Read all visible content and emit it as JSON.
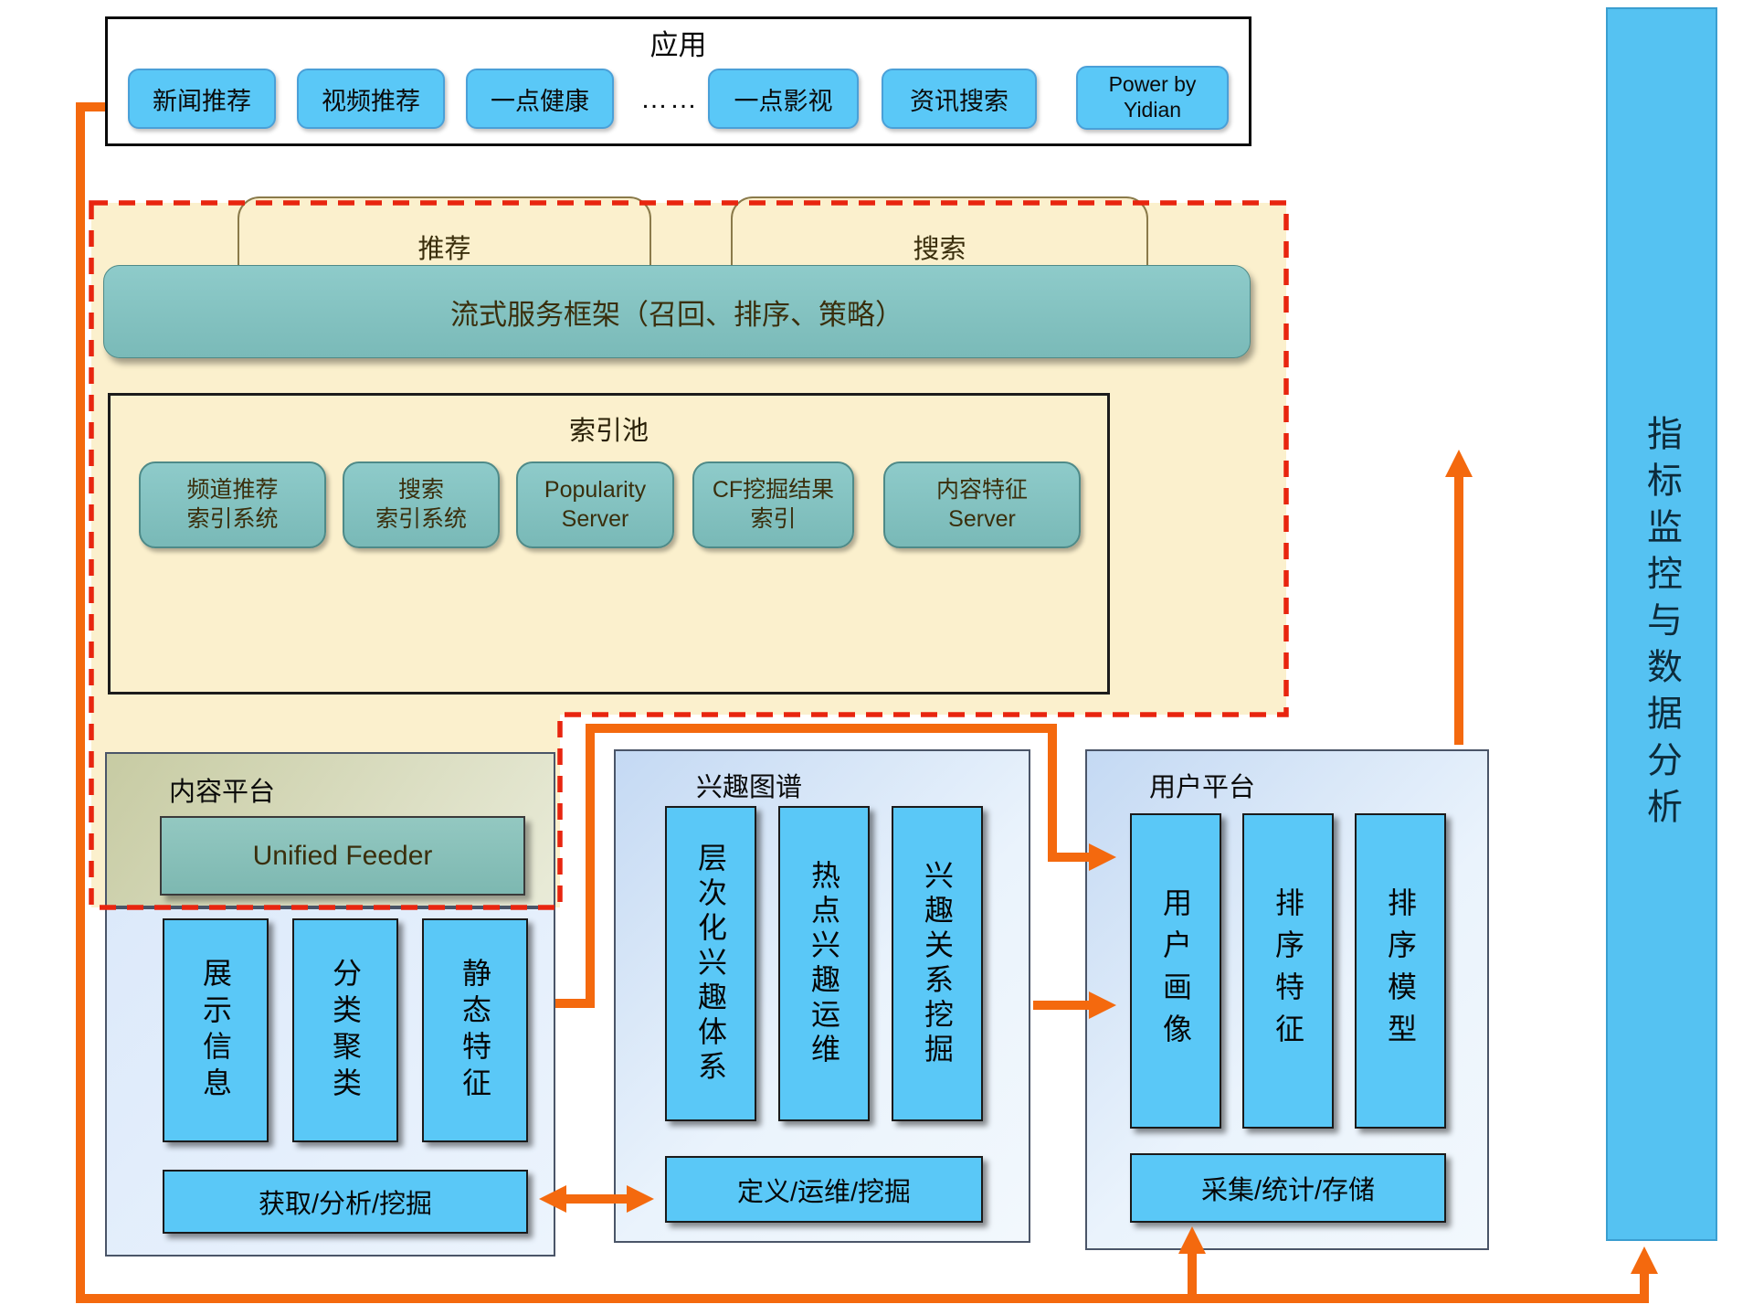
{
  "app": {
    "title": "应用",
    "boxes": [
      "新闻推荐",
      "视频推荐",
      "一点健康",
      "一点影视",
      "资讯搜索",
      "Power by Yidian"
    ],
    "dots": "……"
  },
  "serving": {
    "tab_recommend": "推荐",
    "tab_search": "搜索",
    "framework": "流式服务框架（召回、排序、策略）"
  },
  "index_pool": {
    "title": "索引池",
    "boxes": [
      {
        "line1": "频道推荐",
        "line2": "索引系统"
      },
      {
        "line1": "搜索",
        "line2": "索引系统"
      },
      {
        "line1": "Popularity",
        "line2": "Server"
      },
      {
        "line1": "CF挖掘结果",
        "line2": "索引"
      },
      {
        "line1": "内容特征",
        "line2": "Server"
      }
    ]
  },
  "content_platform": {
    "title": "内容平台",
    "feeder": "Unified Feeder",
    "vboxes": [
      "展示信息",
      "分类聚类",
      "静态特征"
    ],
    "bottom": "获取/分析/挖掘"
  },
  "interest_graph": {
    "title": "兴趣图谱",
    "vboxes": [
      "层次化兴趣体系",
      "热点兴趣运维",
      "兴趣关系挖掘"
    ],
    "bottom": "定义/运维/挖掘"
  },
  "user_platform": {
    "title": "用户平台",
    "vboxes": [
      "用户画像",
      "排序特征",
      "排序模型"
    ],
    "bottom": "采集/统计/存储"
  },
  "metric_bar": {
    "label": "指标监控与数据分析"
  },
  "colors": {
    "c-orange": "#f4690e",
    "c-dashred": "#e8250f",
    "c-teal": "#84c4c2",
    "c-boxblue": "#5ac8f7",
    "c-yellow": "#fbf0cd",
    "c-barblue": "#55c2f2",
    "c-khaki": "#cfd3ae"
  }
}
